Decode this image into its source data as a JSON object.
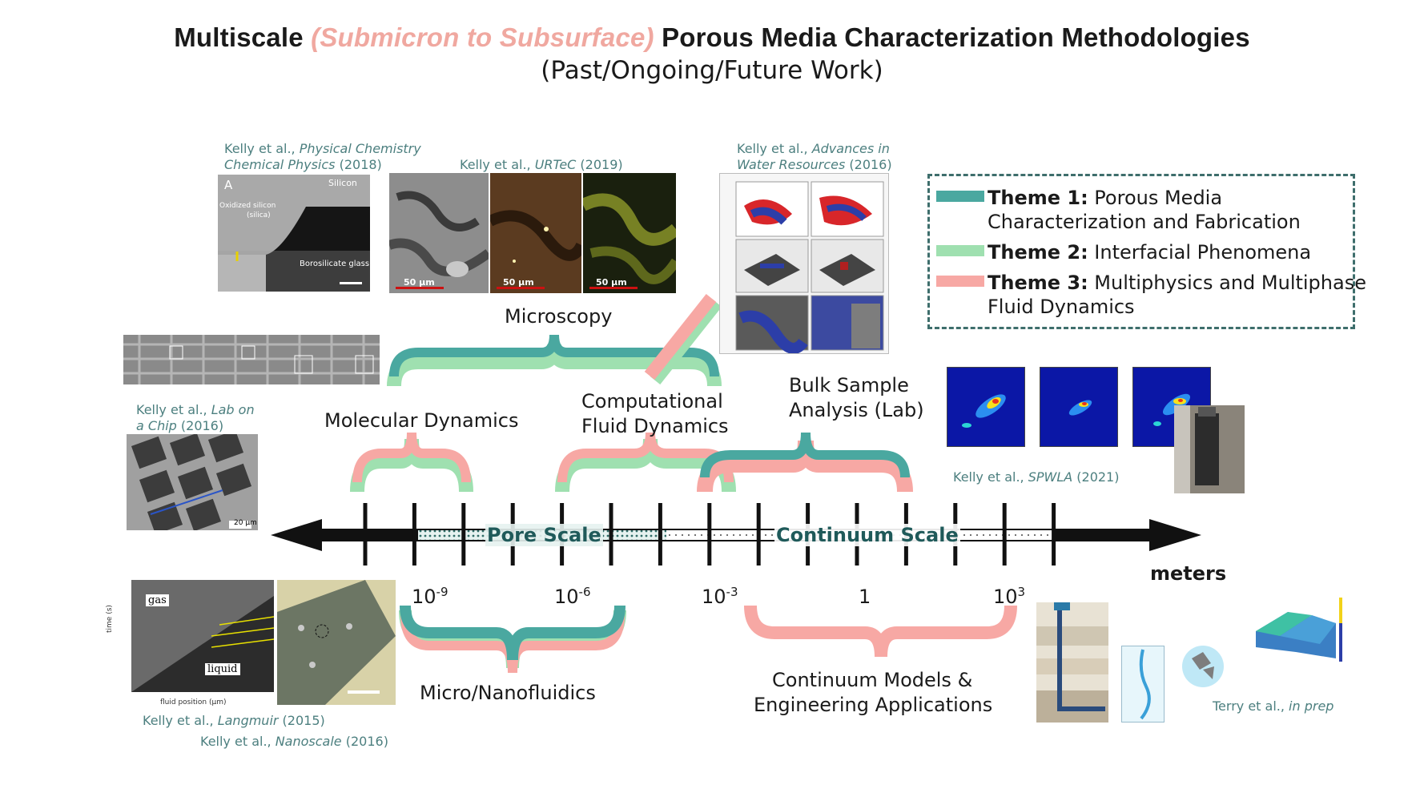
{
  "title": {
    "part1": "Multiscale ",
    "highlight": "(Submicron to Subsurface)",
    "part2": " Porous Media Characterization Methodologies",
    "subtitle": "(Past/Ongoing/Future Work)"
  },
  "colors": {
    "theme1": "#4aa8a0",
    "theme2": "#9fe0b0",
    "theme3": "#f7a8a4",
    "axis": "#111111",
    "scale_label": "#1f5a5a"
  },
  "legend": [
    {
      "bold": "Theme 1:",
      "text": " Porous Media",
      "text2": "Characterization and Fabrication"
    },
    {
      "bold": "Theme 2:",
      "text": " Interfacial Phenomena",
      "text2": ""
    },
    {
      "bold": "Theme 3:",
      "text": " Multiphysics and Multiphase",
      "text2": "Fluid Dynamics"
    }
  ],
  "categories": {
    "microscopy": "Microscopy",
    "molecular_dynamics": "Molecular Dynamics",
    "cfd_line1": "Computational",
    "cfd_line2": "Fluid Dynamics",
    "bulk_line1": "Bulk Sample",
    "bulk_line2": "Analysis (Lab)",
    "micro_nano": "Micro/Nanofluidics",
    "continuum_line1": "Continuum Models &",
    "continuum_line2": "Engineering Applications"
  },
  "scale": {
    "pore": "Pore Scale",
    "continuum": "Continuum Scale",
    "unit": "meters",
    "ticks": [
      {
        "base": "10",
        "exp": "-9"
      },
      {
        "base": "10",
        "exp": "-6"
      },
      {
        "base": "10",
        "exp": "-3"
      },
      {
        "base": "1",
        "exp": ""
      },
      {
        "base": "10",
        "exp": "3"
      }
    ]
  },
  "citations": {
    "pccp": {
      "pre": "Kelly et al., ",
      "it": "Physical Chemistry",
      "it2": "Chemical Physics",
      "post": " (2018)"
    },
    "urtec": {
      "pre": "Kelly et al., ",
      "it": "URTeC",
      "post": " (2019)"
    },
    "awr": {
      "pre": "Kelly et al., ",
      "it": "Advances in",
      "it2": "Water Resources",
      "post": " (2016)"
    },
    "loc": {
      "pre": "Kelly et al., ",
      "it": "Lab on",
      "it2": "a Chip",
      "post": " (2016)"
    },
    "spwla": {
      "pre": "Kelly et al., ",
      "it": "SPWLA",
      "post": " (2021)"
    },
    "langmuir": {
      "pre": "Kelly et al., ",
      "it": "Langmuir",
      "post": " (2015)"
    },
    "nanoscale": {
      "pre": "Kelly et al., ",
      "it": "Nanoscale",
      "post": " (2016)"
    },
    "terry": {
      "pre": "Terry et al., ",
      "it": "in prep",
      "post": ""
    }
  },
  "image_labels": {
    "pccp_a": "A",
    "pccp_silicon": "Silicon",
    "pccp_oxidized": "Oxidized silicon",
    "pccp_silica": "(silica)",
    "pccp_glass": "Borosilicate glass",
    "urtec_scale1": "50 μm",
    "urtec_scale2": "50 μm",
    "urtec_scale3": "50 μm",
    "loc_scale": "20 μm",
    "langmuir_gas": "gas",
    "langmuir_liquid": "liquid",
    "langmuir_xlabel": "fluid position (μm)",
    "langmuir_ylabel": "time (s)"
  }
}
